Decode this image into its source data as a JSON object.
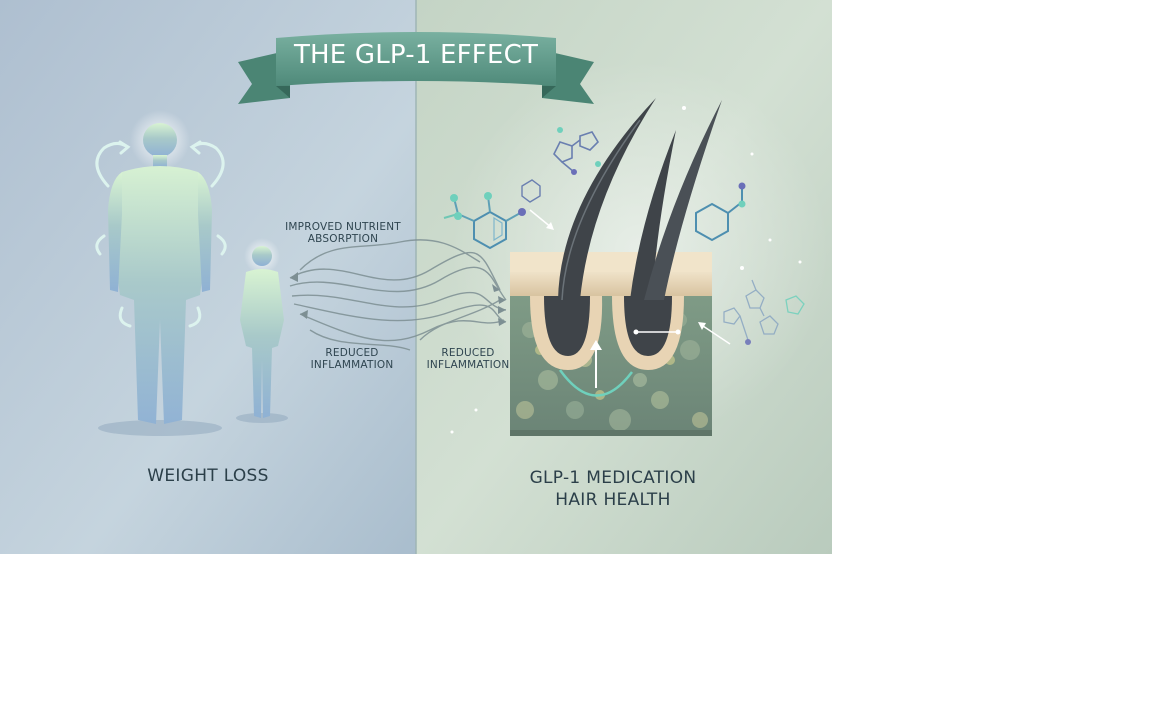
{
  "title": "THE GLP-1 EFFECT",
  "left_panel": {
    "caption": "WEIGHT LOSS",
    "color": "#bccfdb"
  },
  "right_panel": {
    "caption_line1": "GLP-1 MEDICATION",
    "caption_line2": "HAIR HEALTH",
    "color": "#c9d8cc"
  },
  "labels": {
    "nutrient_line1": "IMPROVED NUTRIENT",
    "nutrient_line2": "ABSORPTION",
    "inflammation_left_line1": "REDUCED",
    "inflammation_left_line2": "INFLAMMATION",
    "inflammation_right_line1": "REDUCED",
    "inflammation_right_line2": "INFLAMMATION"
  },
  "icons": [
    "human-silhouette-icon",
    "molecule-icon",
    "hair-follicle-icon",
    "arrow-icon"
  ],
  "colors": {
    "banner": "#5f9a8a",
    "accent": "#6fc7b4",
    "hair": "#3f4449"
  }
}
